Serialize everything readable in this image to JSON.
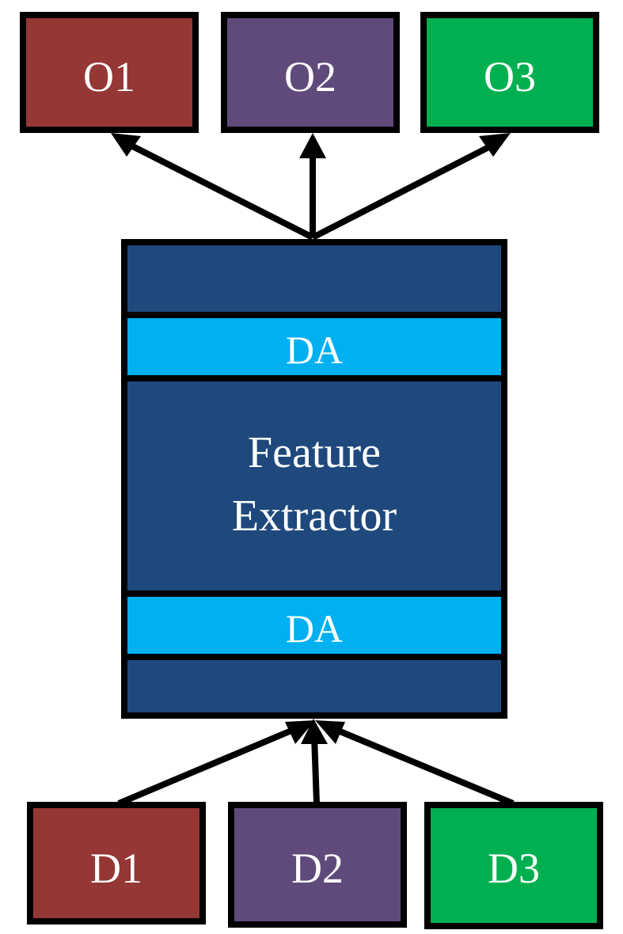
{
  "outputs": [
    {
      "label": "O1",
      "color": "#953735"
    },
    {
      "label": "O2",
      "color": "#604a7b"
    },
    {
      "label": "O3",
      "color": "#00b050"
    }
  ],
  "inputs": [
    {
      "label": "D1",
      "color": "#953735"
    },
    {
      "label": "D2",
      "color": "#604a7b"
    },
    {
      "label": "D3",
      "color": "#00b050"
    }
  ],
  "extractor": {
    "color": "#1f497d",
    "label_line1": "Feature",
    "label_line2": "Extractor",
    "adapter_top": {
      "label": "DA",
      "color": "#00b0f0"
    },
    "adapter_bottom": {
      "label": "DA",
      "color": "#00b0f0"
    }
  }
}
